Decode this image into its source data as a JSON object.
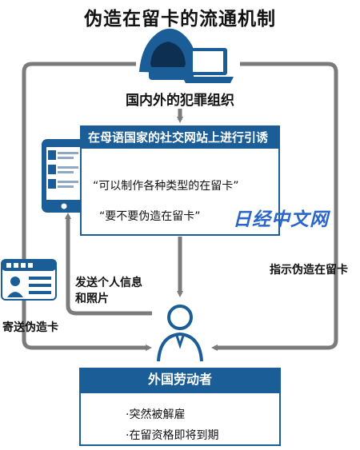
{
  "title": "伪造在留卡的流通机制",
  "organization": {
    "label": "国内外的犯罪组织"
  },
  "lure": {
    "header": "在母语国家的社交网站上进行引诱",
    "quotes": [
      "“可以制作各种类型的在留卡”",
      "“要不要伪造在留卡”"
    ]
  },
  "worker": {
    "label": "外国劳动者",
    "situations": [
      "·突然被解雇",
      "·在留资格即将到期"
    ]
  },
  "edges": {
    "send_info": [
      "发送个人信息",
      "和照片"
    ],
    "instruct_forgery": "指示伪造在留卡",
    "mail_card": "寄送伪造卡"
  },
  "watermark": "日经中文网",
  "colors": {
    "accent": "#1b5d97",
    "arrow": "#7b7b7b"
  },
  "icons": [
    "hooded-person-icon",
    "laptop-icon",
    "phone-icon",
    "residence-card-icon",
    "person-icon"
  ]
}
